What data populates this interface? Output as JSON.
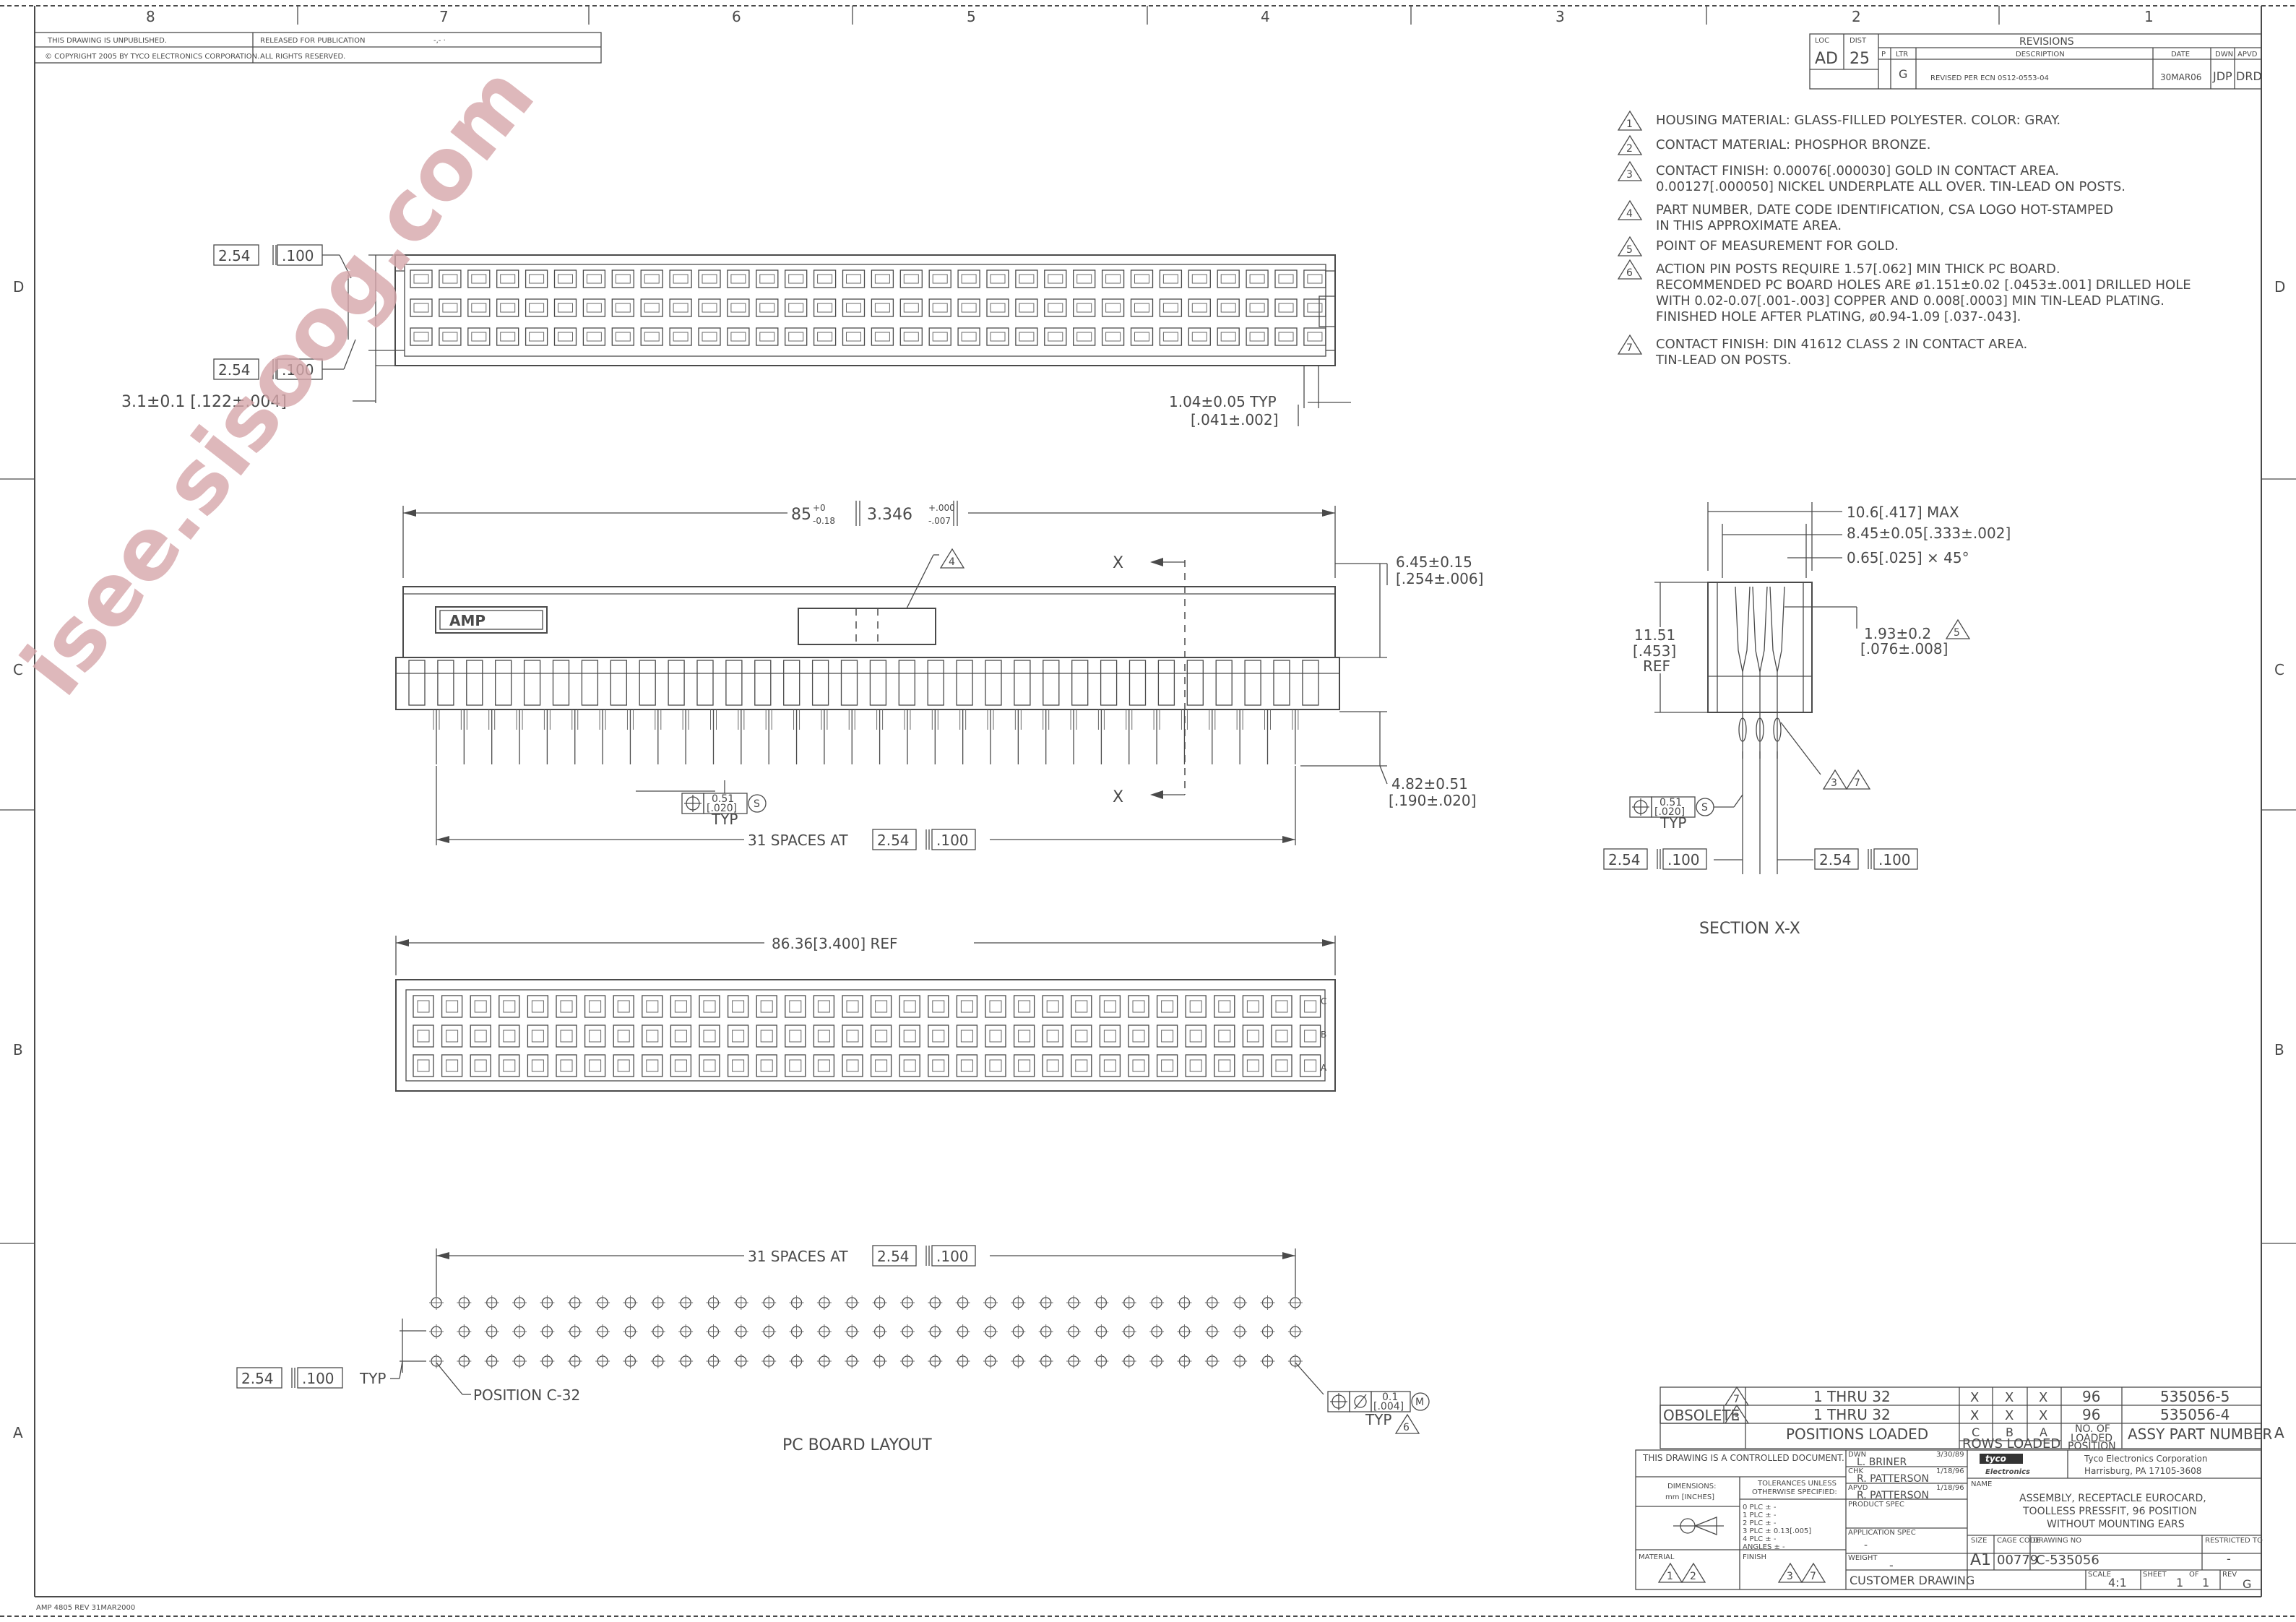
{
  "zones": {
    "columns": [
      "8",
      "7",
      "6",
      "5",
      "4",
      "3",
      "2",
      "1"
    ],
    "rows": [
      "D",
      "C",
      "B",
      "A"
    ]
  },
  "header": {
    "unpublished": "THIS DRAWING IS UNPUBLISHED.",
    "released": "RELEASED FOR PUBLICATION",
    "released_value": "-,-  ·",
    "copyright": "© COPYRIGHT  2005   BY TYCO ELECTRONICS CORPORATION.",
    "rights": "ALL RIGHTS RESERVED."
  },
  "revisions": {
    "loc_label": "LOC",
    "loc": "AD",
    "dist_label": "DIST",
    "dist": "25",
    "title": "REVISIONS",
    "columns": [
      "P",
      "LTR",
      "DESCRIPTION",
      "DATE",
      "DWN",
      "APVD"
    ],
    "row": {
      "ltr": "G",
      "description": "REVISED PER ECN 0S12-0553-04",
      "date": "30MAR06",
      "dwn": "JDP",
      "apvd": "DRD"
    }
  },
  "notes": [
    {
      "num": "1",
      "lines": [
        "HOUSING MATERIAL: GLASS-FILLED POLYESTER. COLOR: GRAY."
      ]
    },
    {
      "num": "2",
      "lines": [
        "CONTACT MATERIAL: PHOSPHOR BRONZE."
      ]
    },
    {
      "num": "3",
      "lines": [
        "CONTACT FINISH: 0.00076[.000030] GOLD IN CONTACT AREA.",
        "0.00127[.000050] NICKEL UNDERPLATE ALL OVER. TIN-LEAD ON POSTS."
      ]
    },
    {
      "num": "4",
      "lines": [
        "PART NUMBER, DATE CODE IDENTIFICATION, CSA LOGO HOT-STAMPED",
        "IN THIS APPROXIMATE AREA."
      ]
    },
    {
      "num": "5",
      "lines": [
        "POINT OF MEASUREMENT FOR GOLD."
      ]
    },
    {
      "num": "6",
      "lines": [
        "ACTION PIN POSTS REQUIRE 1.57[.062] MIN THICK PC BOARD.",
        "RECOMMENDED PC BOARD HOLES ARE ø1.151±0.02 [.0453±.001] DRILLED HOLE",
        "WITH 0.02-0.07[.001-.003] COPPER AND 0.008[.0003] MIN TIN-LEAD PLATING.",
        "FINISHED HOLE AFTER PLATING, ø0.94-1.09 [.037-.043]."
      ]
    },
    {
      "num": "7",
      "lines": [
        "CONTACT FINISH: DIN 41612 CLASS 2 IN CONTACT AREA.",
        "TIN-LEAD ON POSTS."
      ]
    }
  ],
  "top_view": {
    "dim_254_a": "2.54",
    "dim_100_a": ".100",
    "dim_254_b": "2.54",
    "dim_100_b": ".100",
    "dim_31": "3.1±0.1  [.122±.004]",
    "dim_104": "1.04±0.05  TYP",
    "dim_041": "[.041±.002]"
  },
  "front_view": {
    "dim_85": "85",
    "dim_85_tol_up": "+0",
    "dim_85_tol_dn": "-0.18",
    "dim_3346": "3.346",
    "dim_3346_up": "+.000",
    "dim_3346_dn": "-.007",
    "note4": "4",
    "logo": "AMP",
    "section_mark_top": "X",
    "section_mark_bot": "X",
    "dim_645": "6.45±0.15",
    "dim_254i": "[.254±.006]",
    "dim_482": "4.82±0.51",
    "dim_190": "[.190±.020]",
    "tol_051": "0.51",
    "tol_020": "[.020]",
    "tol_s": "S",
    "typ": "TYP",
    "spaces_label": "31  SPACES  AT",
    "spaces_254": "2.54",
    "spaces_100": ".100"
  },
  "section": {
    "dim_106": "10.6[.417]  MAX",
    "dim_845": "8.45±0.05[.333±.002]",
    "dim_065": "0.65[.025]  ×  45°",
    "dim_1151": "11.51",
    "dim_453": "[.453]",
    "ref": "REF",
    "dim_193": "1.93±0.2",
    "note5": "5",
    "dim_076": "[.076±.008]",
    "notes37": "3",
    "notes37b": "7",
    "tol_051": "0.51",
    "tol_020": "[.020]",
    "tol_s": "S",
    "typ": "TYP",
    "left_254": "2.54",
    "left_100": ".100",
    "right_254": "2.54",
    "right_100": ".100",
    "title": "SECTION  X-X"
  },
  "bottom_view": {
    "dim_8636": "86.36[3.400]  REF",
    "rows": [
      "C",
      "B",
      "A"
    ]
  },
  "pcb": {
    "spaces_label": "31  SPACES  AT",
    "spaces_254": "2.54",
    "spaces_100": ".100",
    "left_254": "2.54",
    "left_100": ".100",
    "typ": "TYP",
    "position": "POSITION  C-32",
    "tol_01": "0.1",
    "tol_004": "[.004]",
    "tol_m": "M",
    "typ6": "TYP",
    "note6": "6",
    "title": "PC  BOARD  LAYOUT"
  },
  "parts_table": {
    "rows": [
      {
        "flag": "7",
        "obsolete": "",
        "positions": "1  THRU  32",
        "c": "X",
        "b": "X",
        "a": "X",
        "num": "96",
        "part": "535056-5"
      },
      {
        "flag": "3",
        "obsolete": "OBSOLETE",
        "positions": "1  THRU  32",
        "c": "X",
        "b": "X",
        "a": "X",
        "num": "96",
        "part": "535056-4"
      }
    ],
    "hdr_positions": "POSITIONS  LOADED",
    "hdr_c": "C",
    "hdr_b": "B",
    "hdr_a": "A",
    "hdr_rows": "ROWS  LOADED",
    "hdr_no": "NO. OF",
    "hdr_loaded": "LOADED",
    "hdr_position": "POSITION",
    "hdr_part": "ASSY  PART  NUMBER"
  },
  "title_block": {
    "controlled": "THIS DRAWING IS A CONTROLLED DOCUMENT.",
    "dwn_label": "DWN",
    "dwn_name": "L. BRINER",
    "dwn_date": "3/30/89",
    "chk_label": "CHK",
    "chk_name": "R. PATTERSON",
    "chk_date": "1/18/96",
    "apvd_label": "APVD",
    "apvd_name": "R. PATTERSON",
    "apvd_date": "1/18/96",
    "dimensions": "DIMENSIONS:",
    "units": "mm [INCHES]",
    "tolerances": "TOLERANCES UNLESS",
    "otherwise": "OTHERWISE SPECIFIED:",
    "tol_lines": [
      "0 PLC   ±  -",
      "1 PLC   ±  -",
      "2 PLC   ±  -",
      "3 PLC   ±  0.13[.005]",
      "4 PLC   ±  -",
      "ANGLES        ±  -"
    ],
    "product_spec": "PRODUCT SPEC",
    "application_spec": "APPLICATION SPEC",
    "dash1": "-",
    "weight": "WEIGHT",
    "weight_value": "-",
    "material": "MATERIAL",
    "finish": "FINISH",
    "mat_notes": [
      "1",
      "2"
    ],
    "fin_notes": [
      "3",
      "7"
    ],
    "logo_top": "tyco",
    "logo_bot": "Electronics",
    "company": "Tyco Electronics Corporation",
    "address": "Harrisburg, PA 17105-3608",
    "name_label": "NAME",
    "name_lines": [
      "ASSEMBLY, RECEPTACLE EUROCARD,",
      "TOOLLESS PRESSFIT, 96 POSITION",
      "WITHOUT MOUNTING EARS"
    ],
    "size_label": "SIZE",
    "size": "A1",
    "cage_label": "CAGE CODE",
    "cage": "00779",
    "drawing_label": "DRAWING NO",
    "drawing": "C-535056",
    "restricted_label": "RESTRICTED TO",
    "restricted": "-",
    "customer": "CUSTOMER  DRAWING",
    "scale_label": "SCALE",
    "scale": "4:1",
    "sheet_label": "SHEET",
    "sheet": "1",
    "of_label": "OF",
    "of": "1",
    "rev_label": "REV",
    "rev": "G"
  },
  "footer": "AMP 4805 REV 31MAR2000",
  "watermark": "isee.sisoog.com"
}
